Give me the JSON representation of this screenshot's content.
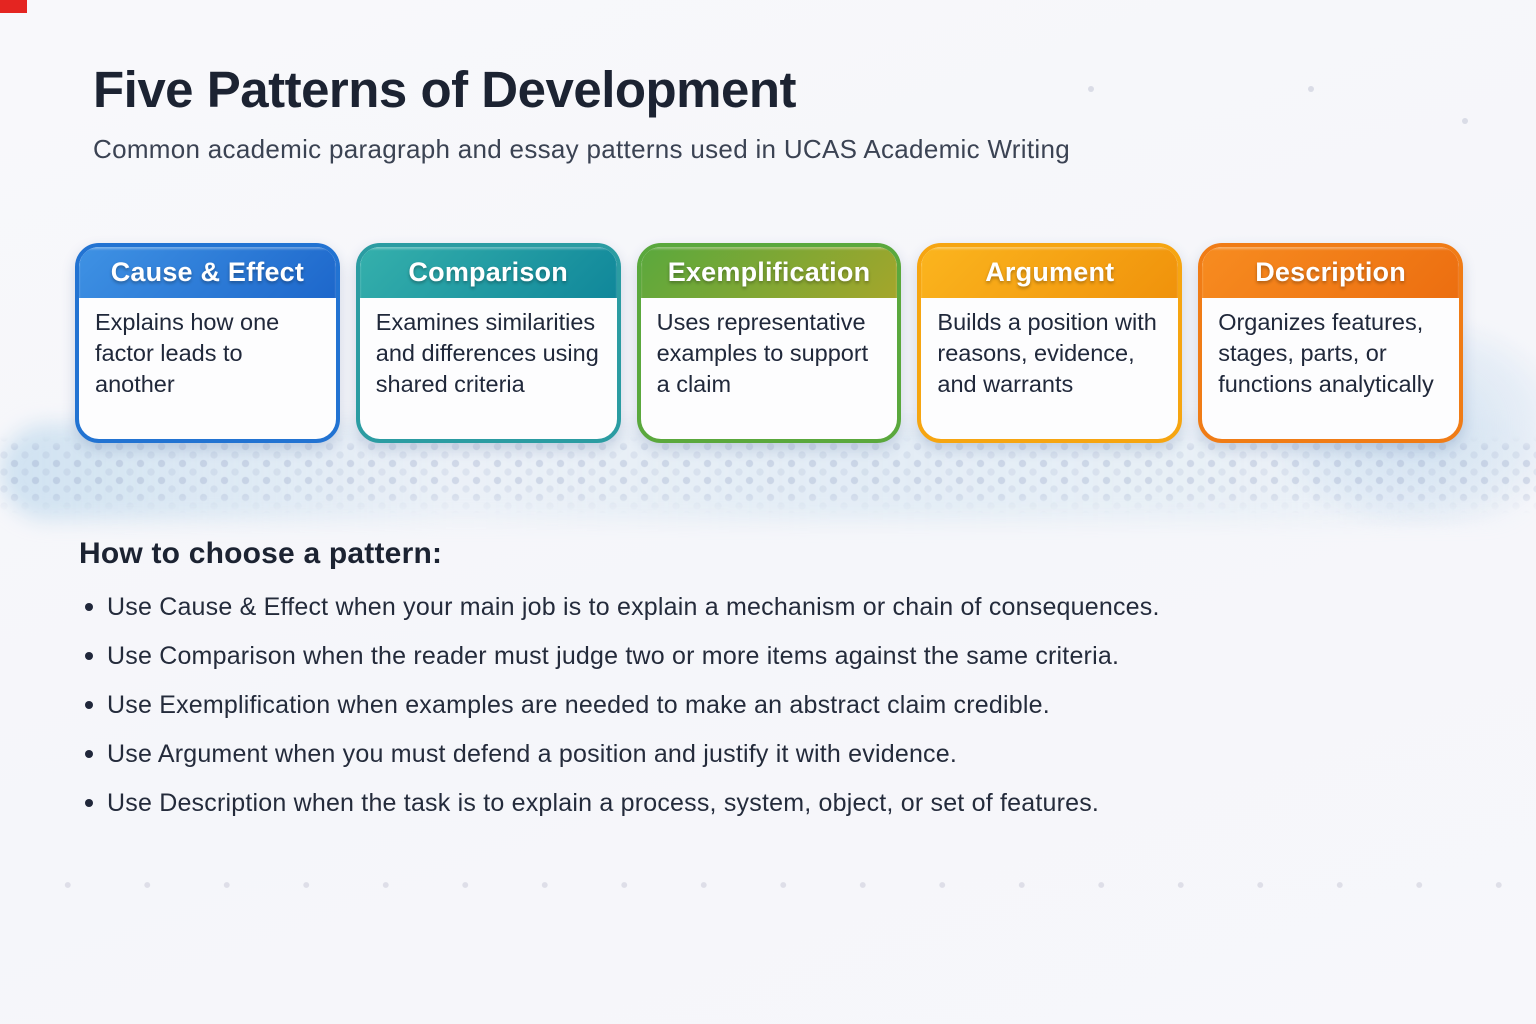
{
  "page": {
    "title": "Five Patterns of Development",
    "subtitle": "Common academic paragraph and essay patterns used in UCAS Academic Writing"
  },
  "cards": [
    {
      "title": "Cause & Effect",
      "description": "Explains how one factor leads to another",
      "header_from": "#3f92e4",
      "header_to": "#1d67cb",
      "border": "#2273d2"
    },
    {
      "title": "Comparison",
      "description": "Examines similarities and differences using shared criteria",
      "header_from": "#35b0ac",
      "header_to": "#10879a",
      "border": "#2b9ca2"
    },
    {
      "title": "Exemplification",
      "description": "Uses representative examples to support a claim",
      "header_from": "#5aa83d",
      "header_to": "#a4a62b",
      "border": "#6dа638"
    },
    {
      "title": "Argument",
      "description": "Builds a position with reasons, evidence, and warrants",
      "header_from": "#fbb51e",
      "header_to": "#f0920b",
      "border": "#f6a511"
    },
    {
      "title": "Description",
      "description": "Organizes features, stages, parts, or functions analytically",
      "header_from": "#f78c20",
      "header_to": "#ec6e10",
      "border": "#f07c16"
    }
  ],
  "how_to": {
    "heading": "How to choose a pattern:",
    "bullets": [
      "Use Cause & Effect when your main job is to explain a mechanism or chain of consequences.",
      "Use Comparison when the reader must judge two or more items against the same criteria.",
      "Use Exemplification when examples are needed to make an abstract claim credible.",
      "Use Argument when you must defend a position and justify it with evidence.",
      "Use Description when the task is to explain a process, system, object, or set of features."
    ]
  },
  "colors": {
    "background": "#f7f8fb",
    "title_text": "#1c2332",
    "subtitle_text": "#3b4353",
    "body_text": "#20283a",
    "corner_accent_red": "#e42521"
  }
}
